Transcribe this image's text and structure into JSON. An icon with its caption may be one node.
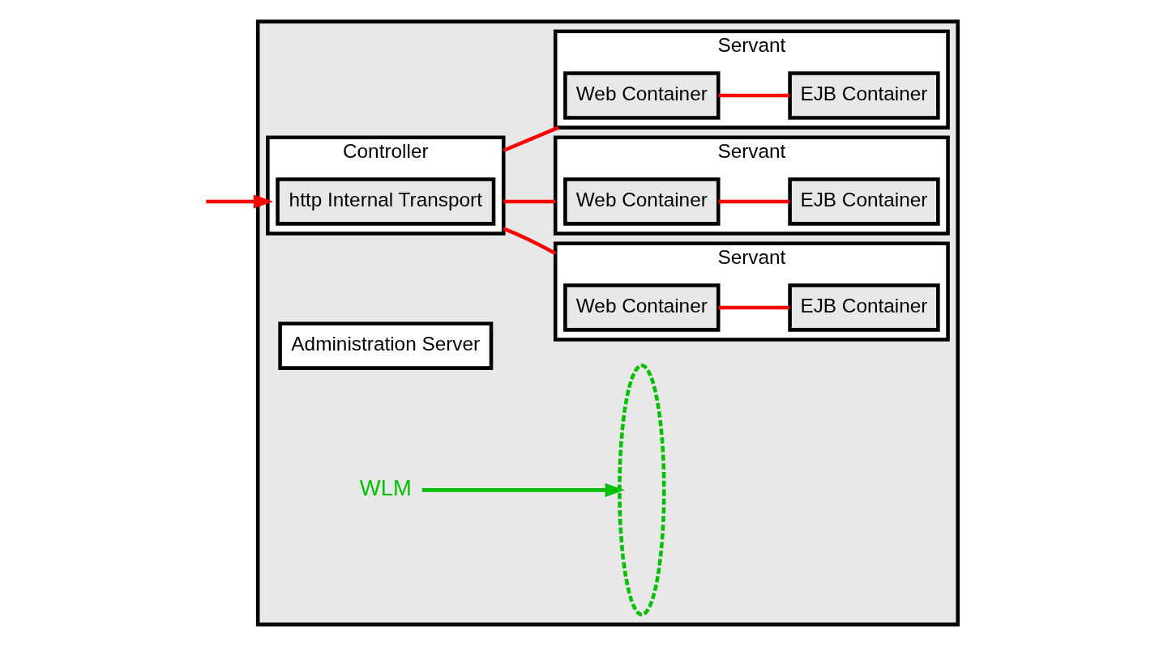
{
  "diagram": {
    "nodes": [
      {
        "text": [],
        "shape": "box"
      },
      {
        "text": [
          "Controller"
        ],
        "in": 0
      },
      {
        "text": [
          "http Internal Transport"
        ],
        "in": 1
      },
      {
        "text": [
          "Administration Server"
        ],
        "in": 0
      },
      {
        "text": [
          "Servant"
        ],
        "in": 0
      },
      {
        "text": [
          "Web Container"
        ],
        "in": 4
      },
      {
        "text": [
          "EJB Container"
        ],
        "in": 4
      },
      {
        "text": [
          "Servant"
        ],
        "in": 0
      },
      {
        "text": [
          "Web Container"
        ],
        "in": 7
      },
      {
        "text": [
          "EJB Container"
        ],
        "in": 7
      },
      {
        "text": [
          "Servant"
        ],
        "in": 0
      },
      {
        "text": [
          "Web Container"
        ],
        "in": 10
      },
      {
        "text": [
          "EJB Container"
        ],
        "in": 10
      },
      {
        "text": [
          "WLM"
        ],
        "in": 0
      },
      {
        "text": [],
        "shape": "ellipse",
        "in": 0
      }
    ],
    "edges": [
      {
        "from": null,
        "to": 1,
        "arrow": "to"
      },
      {
        "from": 1,
        "to": 4,
        "arrow": "none"
      },
      {
        "from": 1,
        "to": 7,
        "arrow": "none"
      },
      {
        "from": 1,
        "to": 10,
        "arrow": "none"
      },
      {
        "from": 5,
        "to": 6,
        "arrow": "none"
      },
      {
        "from": 8,
        "to": 9,
        "arrow": "none"
      },
      {
        "from": 11,
        "to": 12,
        "arrow": "none"
      },
      {
        "from": 13,
        "to": 14,
        "arrow": "to",
        "color": "#00c000"
      }
    ]
  }
}
